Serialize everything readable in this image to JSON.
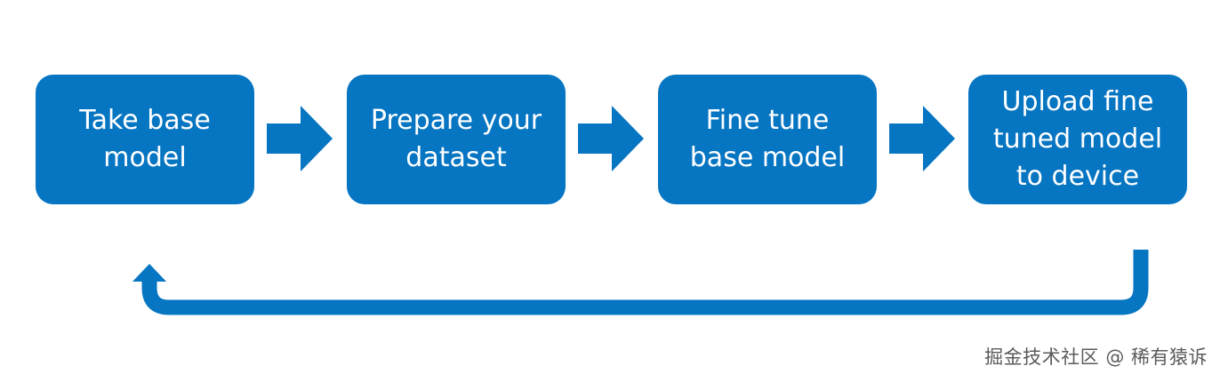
{
  "diagram": {
    "steps": [
      {
        "lines": [
          "Take base",
          "model"
        ]
      },
      {
        "lines": [
          "Prepare your",
          "dataset"
        ]
      },
      {
        "lines": [
          "Fine tune",
          "base model"
        ]
      },
      {
        "lines": [
          "Upload fine",
          "tuned model",
          "to device"
        ]
      }
    ]
  },
  "colors": {
    "box_fill": "#0675c2",
    "text": "#ffffff",
    "arrow": "#0675c2"
  },
  "watermark": "掘金技术社区 @ 稀有猿诉"
}
